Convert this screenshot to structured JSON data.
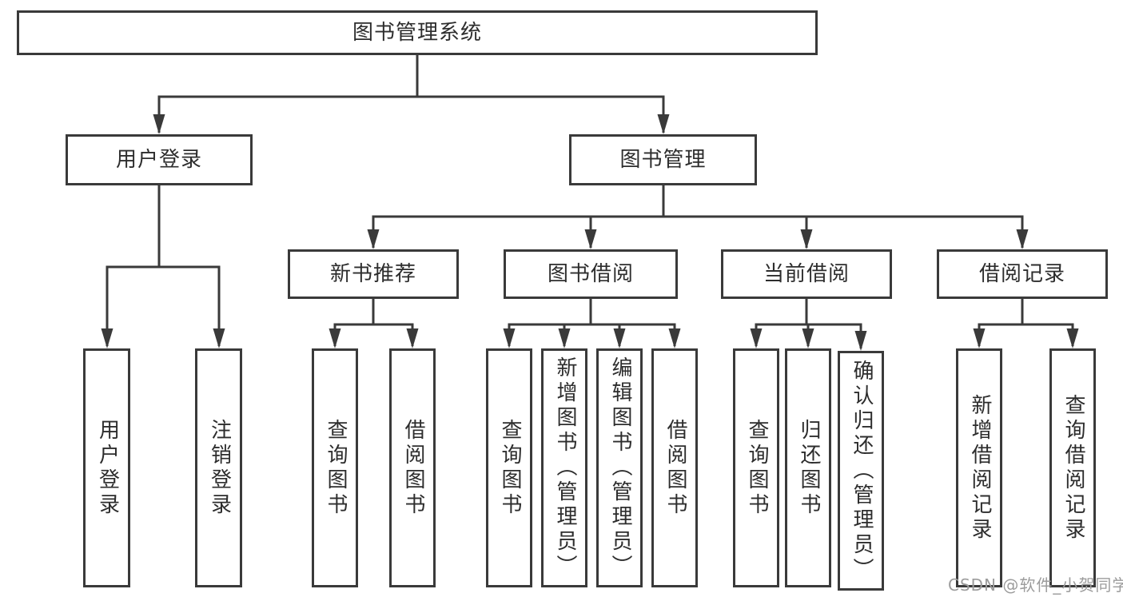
{
  "diagram_title": "图书管理系统",
  "nodes": {
    "root": "图书管理系统",
    "user_login": "用户登录",
    "book_management": "图书管理",
    "new_book_recommendation": "新书推荐",
    "book_borrowing": "图书借阅",
    "current_borrowing": "当前借阅",
    "borrowing_records": "借阅记录",
    "leaf_user_login": "用户登录",
    "leaf_logout": "注销登录",
    "leaf_recommend_query_book": "查询图书",
    "leaf_recommend_borrow_book": "借阅图书",
    "leaf_borrowing_query_book": "查询图书",
    "leaf_borrowing_add_book": "新增图书（管理员）",
    "leaf_borrowing_edit_book": "编辑图书（管理员）",
    "leaf_borrowing_borrow_book": "借阅图书",
    "leaf_current_query_book": "查询图书",
    "leaf_current_return_book": "归还图书",
    "leaf_current_confirm_return": "确认归还（管理员）",
    "leaf_records_add_record": "新增借阅记录",
    "leaf_records_query_record": "查询借阅记录"
  },
  "edges": [
    {
      "from": "图书管理系统",
      "to": [
        "用户登录",
        "图书管理"
      ]
    },
    {
      "from": "用户登录",
      "to": [
        "用户登录",
        "注销登录"
      ]
    },
    {
      "from": "图书管理",
      "to": [
        "新书推荐",
        "图书借阅",
        "当前借阅",
        "借阅记录"
      ]
    },
    {
      "from": "新书推荐",
      "to": [
        "查询图书",
        "借阅图书"
      ]
    },
    {
      "from": "图书借阅",
      "to": [
        "查询图书",
        "新增图书（管理员）",
        "编辑图书（管理员）",
        "借阅图书"
      ]
    },
    {
      "from": "当前借阅",
      "to": [
        "查询图书",
        "归还图书",
        "确认归还（管理员）"
      ]
    },
    {
      "from": "借阅记录",
      "to": [
        "新增借阅记录",
        "查询借阅记录"
      ]
    }
  ],
  "watermark": "CSDN @软件_小贺同学",
  "colors": {
    "line": "#3a3a3a",
    "box_border": "#3a3a3a",
    "text": "#2d2d2d",
    "watermark": "#9c9c9c",
    "background": "#ffffff"
  }
}
